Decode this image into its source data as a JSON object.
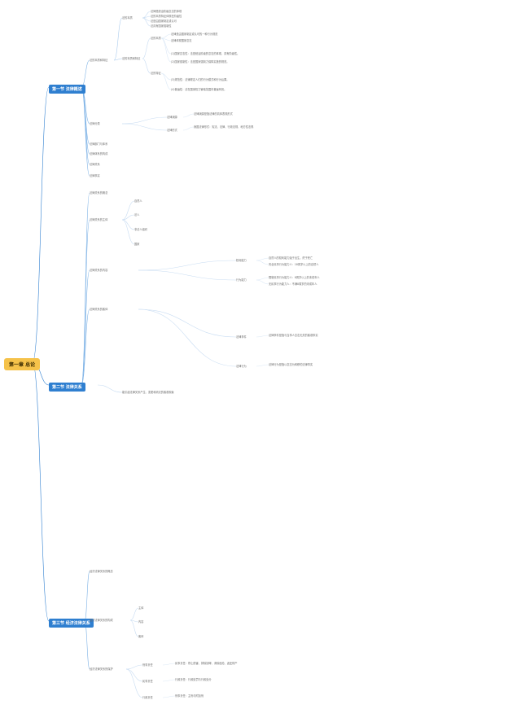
{
  "root": {
    "label": "第一章 总论"
  },
  "sections": [
    {
      "label": "第一节 法律概述"
    },
    {
      "label": "第二节 法律关系"
    },
    {
      "label": "第三节 经济法律关系"
    }
  ],
  "s1": {
    "top": "法的本质和特征",
    "meaning": "法的本质",
    "meaning_items": [
      "法律是统治阶级意志的体现",
      "法的本质特征体现在阶级性",
      "法是由国家制定或认可",
      "法具有国家强制性"
    ],
    "features": "法的本质和特征",
    "features_sub": [
      "法的本质",
      "法的特征"
    ],
    "features_lines": [
      "法律是由国家制定或认可的一种行为规范",
      "法律体现国家意志"
    ],
    "char_lines": [
      "(1)国家意志性：法是统治阶级的意志的体现，具有阶级性。",
      "(2)国家强制性：法是国家强制力保障实施的规范。",
      "(3)规范性：法律规定人们的行为模式和行为后果。",
      "(4)普遍性：法在国家权力管辖范围内普遍有效。"
    ],
    "class": "法律分类",
    "class_sub": [
      "法律渊源",
      "法律形式"
    ],
    "class_lines": [
      "法律渊源是指法律的具体表现形式",
      "我国法律形式：宪法、法律、行政法规、地方性法规"
    ],
    "misc": [
      "法律部门与体系",
      "法律体系的构成",
      "法律关系",
      "法律事实"
    ]
  },
  "s2": {
    "items": [
      "法律关系的概念",
      "法律关系的主体",
      "法律关系的内容",
      "法律关系的客体"
    ],
    "subject_types": [
      "自然人",
      "法人",
      "非法人组织",
      "国家"
    ],
    "capacity": [
      "权利能力",
      "行为能力"
    ],
    "capacity_lines": [
      "自然人的权利能力始于出生，终于死亡",
      "完全民事行为能力人：18周岁以上的自然人",
      "限制民事行为能力人：8周岁以上的未成年人",
      "无民事行为能力人：不满8周岁的未成年人"
    ],
    "legal_facts": [
      "法律事件",
      "法律行为"
    ],
    "fact_lines": [
      "法律事件是指与当事人意志无关的客观事实",
      "法律行为是指以意志为转移的法律事实"
    ],
    "note": "能引起法律关系产生、变更和消灭的客观现象"
  },
  "s3": {
    "items": [
      "经济法律关系的概念",
      "经济法律关系的构成",
      "经济法律关系的保护"
    ],
    "sub": [
      "主体",
      "内容",
      "客体"
    ],
    "protect": [
      "刑事责任",
      "民事责任",
      "行政责任"
    ],
    "protect_lines": [
      "民事责任：停止侵害、排除妨碍、消除危险、返还财产",
      "行政责任：行政处罚与行政处分",
      "刑事责任：主刑与附加刑"
    ]
  }
}
